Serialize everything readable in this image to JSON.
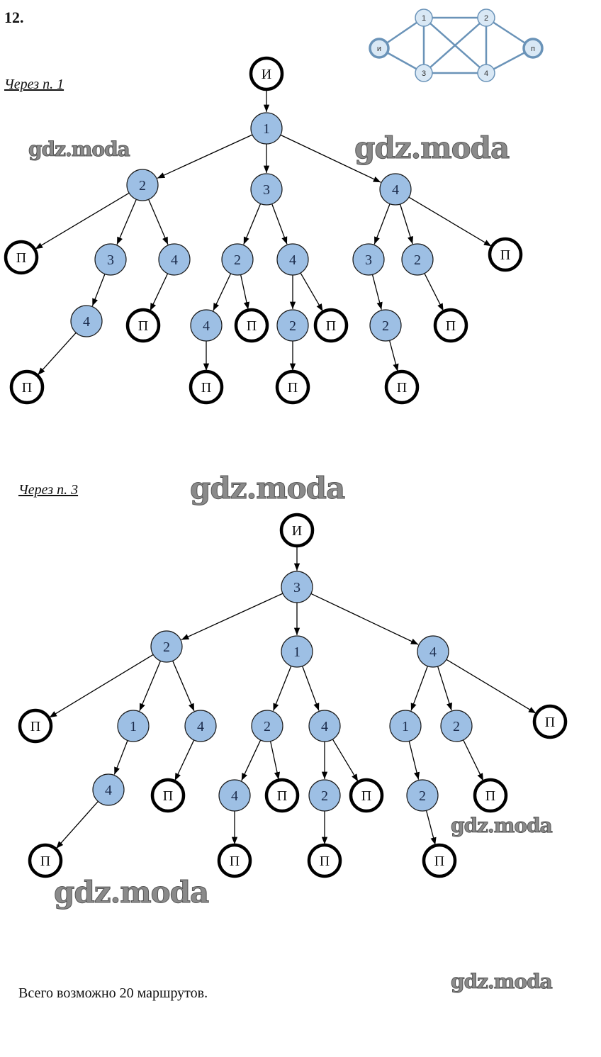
{
  "task_number": "12.",
  "reference_graph": {
    "nodes": [
      "и",
      "1",
      "2",
      "3",
      "4",
      "п"
    ],
    "edges": [
      [
        "и",
        "1"
      ],
      [
        "и",
        "3"
      ],
      [
        "1",
        "2"
      ],
      [
        "1",
        "3"
      ],
      [
        "1",
        "4"
      ],
      [
        "2",
        "3"
      ],
      [
        "2",
        "4"
      ],
      [
        "2",
        "п"
      ],
      [
        "3",
        "4"
      ],
      [
        "4",
        "п"
      ]
    ]
  },
  "sections": [
    {
      "title": "Через п. 1",
      "tree": {
        "label": "И",
        "kind": "start",
        "children": [
          {
            "label": "1",
            "kind": "mid",
            "children": [
              {
                "label": "2",
                "kind": "mid",
                "children": [
                  {
                    "label": "П",
                    "kind": "end"
                  },
                  {
                    "label": "3",
                    "kind": "mid",
                    "children": [
                      {
                        "label": "4",
                        "kind": "mid",
                        "children": [
                          {
                            "label": "П",
                            "kind": "end"
                          }
                        ]
                      }
                    ]
                  },
                  {
                    "label": "4",
                    "kind": "mid",
                    "children": [
                      {
                        "label": "П",
                        "kind": "end"
                      }
                    ]
                  }
                ]
              },
              {
                "label": "3",
                "kind": "mid",
                "children": [
                  {
                    "label": "2",
                    "kind": "mid",
                    "children": [
                      {
                        "label": "4",
                        "kind": "mid",
                        "children": [
                          {
                            "label": "П",
                            "kind": "end"
                          }
                        ]
                      },
                      {
                        "label": "П",
                        "kind": "end"
                      }
                    ]
                  },
                  {
                    "label": "4",
                    "kind": "mid",
                    "children": [
                      {
                        "label": "2",
                        "kind": "mid",
                        "children": [
                          {
                            "label": "П",
                            "kind": "end"
                          }
                        ]
                      },
                      {
                        "label": "П",
                        "kind": "end"
                      }
                    ]
                  }
                ]
              },
              {
                "label": "4",
                "kind": "mid",
                "children": [
                  {
                    "label": "3",
                    "kind": "mid",
                    "children": [
                      {
                        "label": "2",
                        "kind": "mid",
                        "children": [
                          {
                            "label": "П",
                            "kind": "end"
                          }
                        ]
                      }
                    ]
                  },
                  {
                    "label": "2",
                    "kind": "mid",
                    "children": [
                      {
                        "label": "П",
                        "kind": "end"
                      }
                    ]
                  },
                  {
                    "label": "П",
                    "kind": "end"
                  }
                ]
              }
            ]
          }
        ]
      }
    },
    {
      "title": "Через п. 3",
      "tree": {
        "label": "И",
        "kind": "start",
        "children": [
          {
            "label": "3",
            "kind": "mid",
            "children": [
              {
                "label": "2",
                "kind": "mid",
                "children": [
                  {
                    "label": "П",
                    "kind": "end"
                  },
                  {
                    "label": "1",
                    "kind": "mid",
                    "children": [
                      {
                        "label": "4",
                        "kind": "mid",
                        "children": [
                          {
                            "label": "П",
                            "kind": "end"
                          }
                        ]
                      }
                    ]
                  },
                  {
                    "label": "4",
                    "kind": "mid",
                    "children": [
                      {
                        "label": "П",
                        "kind": "end"
                      }
                    ]
                  }
                ]
              },
              {
                "label": "1",
                "kind": "mid",
                "children": [
                  {
                    "label": "2",
                    "kind": "mid",
                    "children": [
                      {
                        "label": "4",
                        "kind": "mid",
                        "children": [
                          {
                            "label": "П",
                            "kind": "end"
                          }
                        ]
                      },
                      {
                        "label": "П",
                        "kind": "end"
                      }
                    ]
                  },
                  {
                    "label": "4",
                    "kind": "mid",
                    "children": [
                      {
                        "label": "2",
                        "kind": "mid",
                        "children": [
                          {
                            "label": "П",
                            "kind": "end"
                          }
                        ]
                      },
                      {
                        "label": "П",
                        "kind": "end"
                      }
                    ]
                  }
                ]
              },
              {
                "label": "4",
                "kind": "mid",
                "children": [
                  {
                    "label": "1",
                    "kind": "mid",
                    "children": [
                      {
                        "label": "2",
                        "kind": "mid",
                        "children": [
                          {
                            "label": "П",
                            "kind": "end"
                          }
                        ]
                      }
                    ]
                  },
                  {
                    "label": "2",
                    "kind": "mid",
                    "children": [
                      {
                        "label": "П",
                        "kind": "end"
                      }
                    ]
                  },
                  {
                    "label": "П",
                    "kind": "end"
                  }
                ]
              }
            ]
          }
        ]
      }
    }
  ],
  "summary": "Всего возможно 20 маршрутов.",
  "watermark": "gdz.moda",
  "colors": {
    "node_fill": "#9dbfe4",
    "node_stroke": "#1a1a1a",
    "terminal_stroke": "#000000",
    "ref_graph_fill": "#d9e8f5",
    "ref_graph_stroke": "#6a93b8"
  }
}
